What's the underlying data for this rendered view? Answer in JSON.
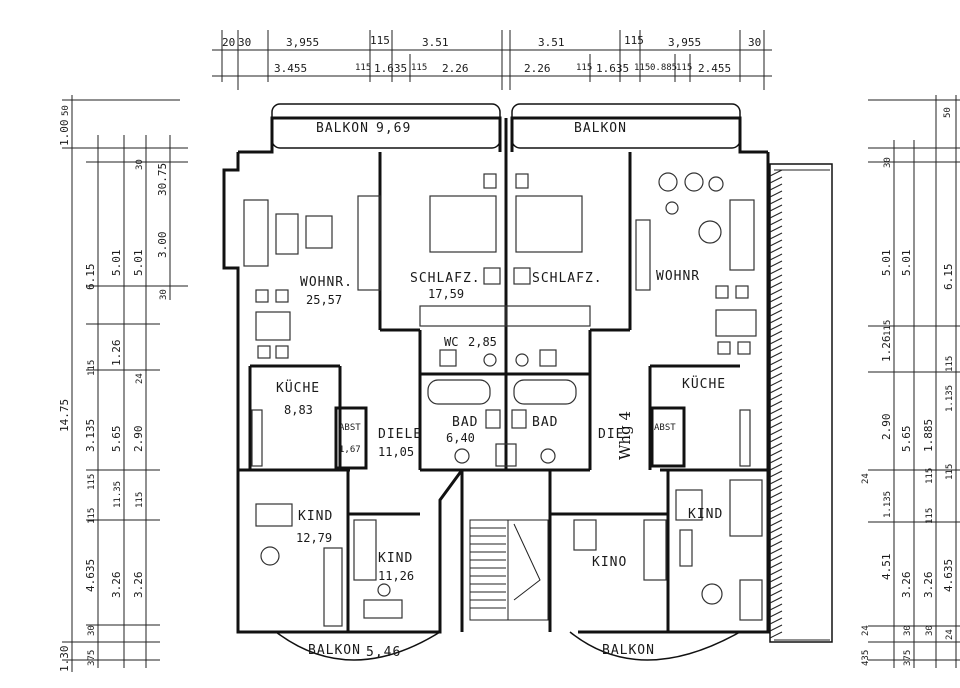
{
  "rooms": {
    "balkon_top_left": "BALKON",
    "balkon_top_left_area": "9,69",
    "balkon_top_right": "BALKON",
    "wohnr_left": "WOHNR.",
    "wohnr_left_area": "25,57",
    "wohnr_right": "WOHNR",
    "schlafz_left": "SCHLAFZ.",
    "schlafz_left_area": "17,59",
    "schlafz_right": "SCHLAFZ.",
    "wc": "WC",
    "wc_area": "2,85",
    "kueche_left": "KÜCHE",
    "kueche_left_area": "8,83",
    "kueche_right": "KÜCHE",
    "abst_left": "ABST",
    "abst_left_area": "1,67",
    "abst_right": "ABST",
    "diele_left": "DIELE",
    "diele_left_area": "11,05",
    "diele_right": "DIE",
    "bad_left": "BAD",
    "bad_left_area": "6,40",
    "bad_right": "BAD",
    "kind_left_outer": "KIND",
    "kind_left_outer_area": "12,79",
    "kind_left_inner": "KIND",
    "kind_left_inner_area": "11,26",
    "kind_right_inner": "KINO",
    "kind_right_outer": "KIND",
    "balkon_bottom_left": "BALKON",
    "balkon_bottom_left_area": "5,46",
    "balkon_bottom_right": "BALKON",
    "unit_tag": "Whg 4"
  },
  "dims_top_row1": [
    "20",
    "30",
    "3,955",
    "115",
    "3.51",
    "3.51",
    "115",
    "3,955",
    "30"
  ],
  "dims_top_row2": [
    "3.455",
    "115",
    "1.635",
    "115",
    "2.26",
    "2.26",
    "115",
    "1.635",
    "115",
    "0.885",
    "115",
    "2.455"
  ],
  "dims_left_outer": [
    "1.00",
    "50",
    "14.75",
    "1.30"
  ],
  "dims_left_mid": [
    "6.15",
    "115",
    "3.135",
    "115",
    "115",
    "4.635",
    "30",
    "375"
  ],
  "dims_left_inner1": [
    "5.01",
    "1.26",
    "5.65",
    "11.35",
    "3.26"
  ],
  "dims_left_inner2": [
    "30",
    "5.01",
    "24",
    "2.90",
    "115",
    "3.26"
  ],
  "dims_left_inner3": [
    "30.75",
    "3.00",
    "30"
  ],
  "dims_right_a": [
    "50",
    "30",
    "115",
    "24",
    "24",
    "435"
  ],
  "dims_right_b": [
    "5.01",
    "1.26",
    "2.90",
    "1.135",
    "4.51",
    "3.26",
    "30",
    "375"
  ],
  "dims_right_c": [
    "5.01",
    "5.65",
    "1.885",
    "115",
    "115",
    "3.26",
    "30"
  ],
  "dims_right_d": [
    "6.15",
    "115",
    "1.135",
    "115",
    "4.635",
    "24"
  ]
}
